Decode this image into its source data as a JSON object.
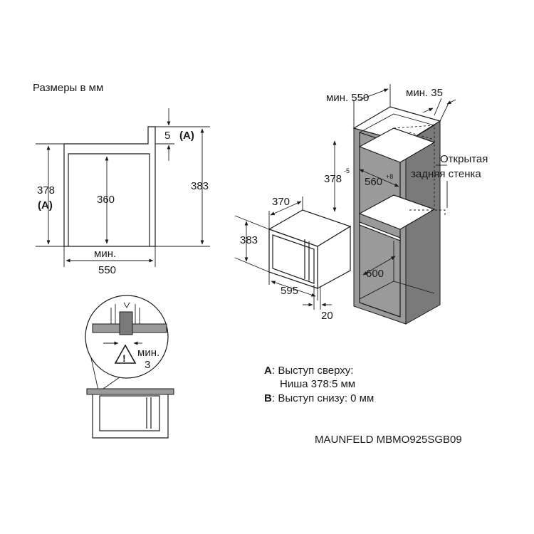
{
  "header": {
    "units": "Размеры в мм"
  },
  "side_view": {
    "height_a": "378",
    "marker_a": "(A)",
    "inner_height": "360",
    "total_height": "383",
    "top_offset": "5",
    "top_marker": "(A)",
    "min_label": "мин.",
    "width": "550"
  },
  "appliance": {
    "depth": "370",
    "height": "383",
    "width": "595",
    "front": "20"
  },
  "cabinet": {
    "min_depth_label": "мин. 550",
    "min_gap_label": "мин. 35",
    "niche_height": "378",
    "niche_height_tol": "-5",
    "niche_width": "560",
    "niche_width_tol": "+8",
    "cabinet_depth": "600",
    "open_back_line1": "Открытая",
    "open_back_line2": "задняя стенка"
  },
  "detail": {
    "min_label": "мин.",
    "min_value": "3"
  },
  "legend": {
    "a_key": "A",
    "a_line1": ": Выступ сверху:",
    "a_line2": "Ниша 378:5 мм",
    "b_key": "B",
    "b_line": ": Выступ снизу: 0 мм"
  },
  "footer": {
    "model": "MAUNFELD MBMO925SGB09"
  }
}
